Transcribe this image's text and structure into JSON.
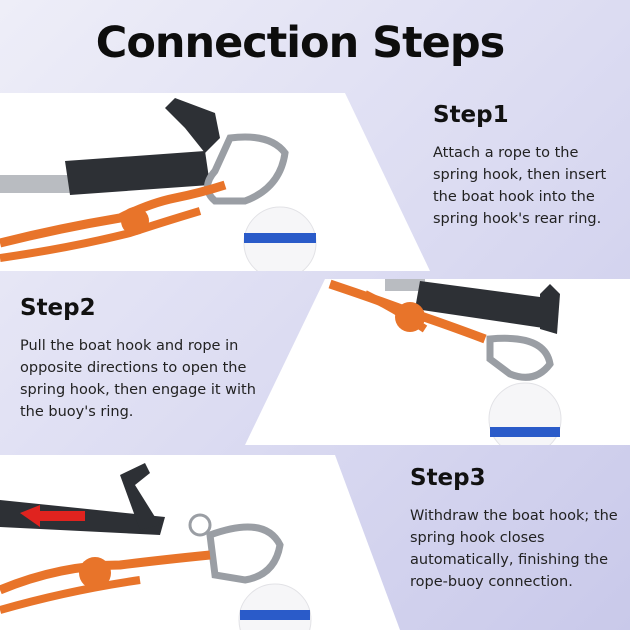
{
  "title": "Connection Steps",
  "steps": [
    {
      "heading": "Step1",
      "text": "Attach a rope to the spring hook, then insert the boat hook into the spring hook's rear ring."
    },
    {
      "heading": "Step2",
      "text": "Pull the boat hook and rope in opposite directions to open the spring hook, then engage it with the buoy's ring."
    },
    {
      "heading": "Step3",
      "text": "Withdraw the boat hook; the spring hook closes automatically, finishing the rope-buoy connection."
    }
  ],
  "colors": {
    "rope": "#e8742a",
    "hook": "#2d3035",
    "buoy_band": "#2a5bc9",
    "arrow": "#e0231f"
  }
}
